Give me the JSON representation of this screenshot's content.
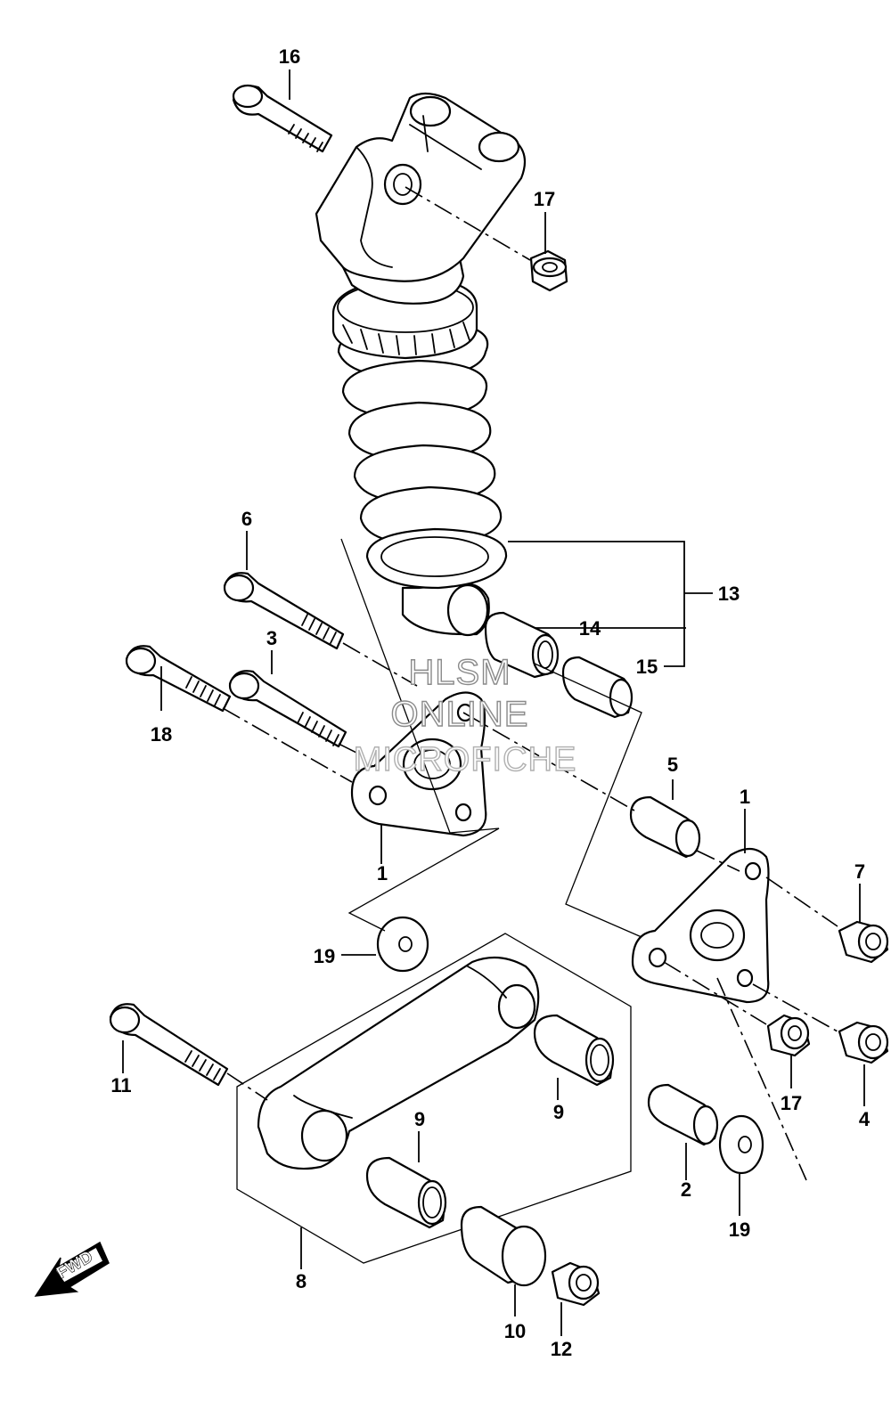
{
  "callouts": {
    "c1a": "1",
    "c1b": "1",
    "c2": "2",
    "c3": "3",
    "c4": "4",
    "c5": "5",
    "c6": "6",
    "c7": "7",
    "c8": "8",
    "c9a": "9",
    "c9b": "9",
    "c10": "10",
    "c11": "11",
    "c12": "12",
    "c13": "13",
    "c14": "14",
    "c15": "15",
    "c16": "16",
    "c17a": "17",
    "c17b": "17",
    "c18": "18",
    "c19a": "19",
    "c19b": "19"
  },
  "watermark": {
    "line1": "HLSM",
    "line2": "ONLINE",
    "line3": "MICROFICHE"
  },
  "direction": {
    "label": "FWD"
  },
  "colors": {
    "line": "#000000",
    "watermark_stroke": "#8a8a8a",
    "background": "#ffffff"
  }
}
